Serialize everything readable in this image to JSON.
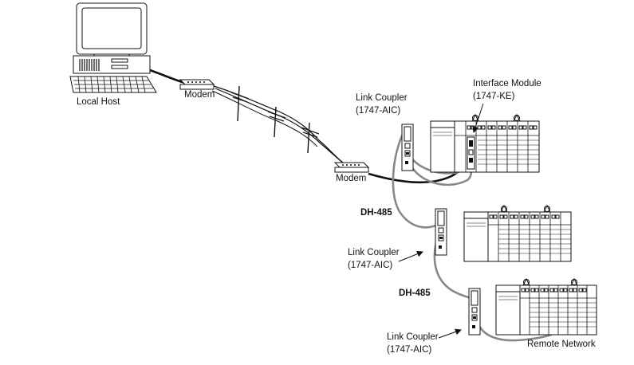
{
  "labels": {
    "local_host": "Local Host",
    "modem_top": "Modem",
    "modem_bottom": "Modem",
    "interface_module_line1": "Interface Module",
    "interface_module_line2": "(1747-KE)",
    "link_coupler_1_line1": "Link Coupler",
    "link_coupler_1_line2": "(1747-AIC)",
    "dh485_1": "DH-485",
    "link_coupler_2_line1": "Link Coupler",
    "link_coupler_2_line2": "(1747-AIC)",
    "dh485_2": "DH-485",
    "link_coupler_3_line1": "Link Coupler",
    "link_coupler_3_line2": "(1747-AIC)",
    "remote_network": "Remote Network"
  }
}
